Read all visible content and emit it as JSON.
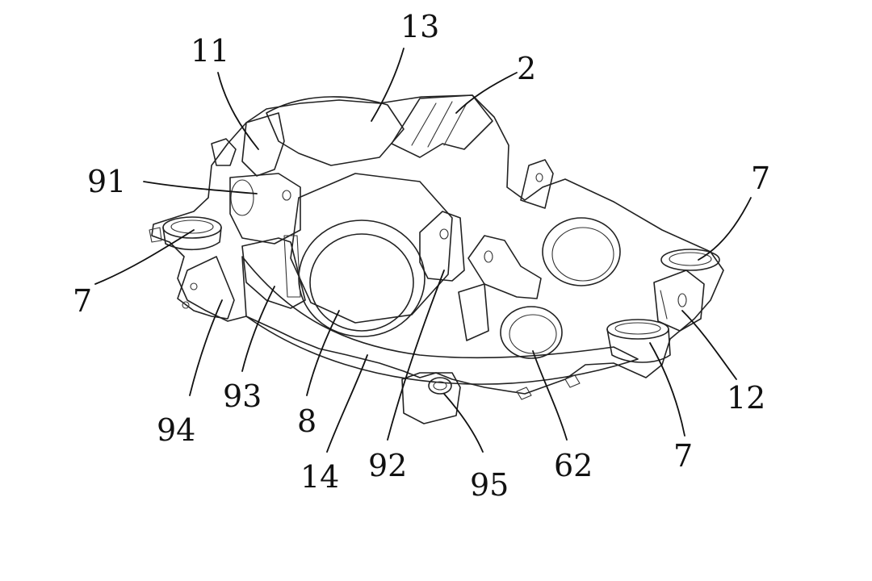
{
  "figure": {
    "labels": {
      "l11": "11",
      "l13": "13",
      "l2": "2",
      "l91": "91",
      "l7a": "7",
      "l7b": "7",
      "l7c": "7",
      "l12": "12",
      "l94": "94",
      "l93": "93",
      "l8": "8",
      "l14": "14",
      "l92": "92",
      "l95": "95",
      "l62": "62"
    }
  }
}
